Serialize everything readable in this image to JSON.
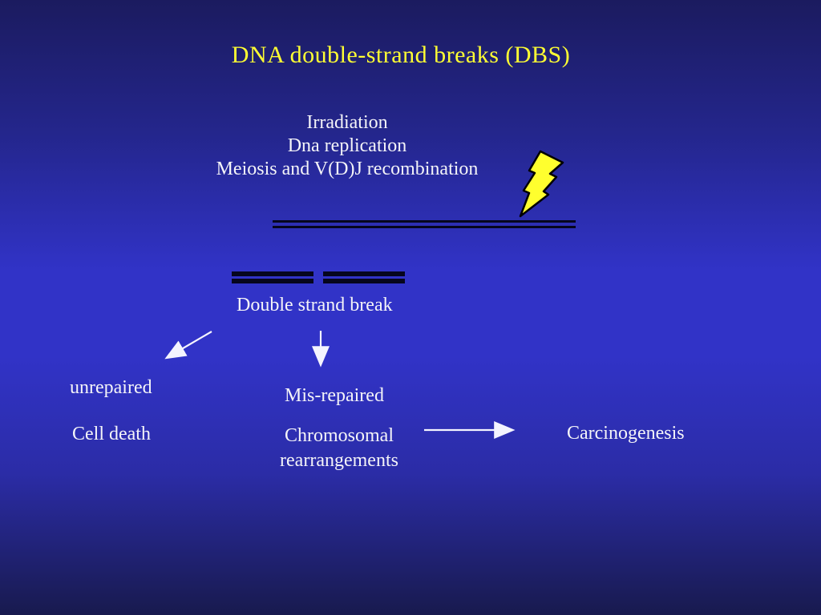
{
  "slide": {
    "title": "DNA double-strand breaks (DBS)",
    "causes": {
      "line1": "Irradiation",
      "line2": "Dna replication",
      "line3": "Meiosis and V(D)J recombination"
    },
    "labels": {
      "double_strand_break": "Double strand break",
      "unrepaired": "unrepaired",
      "mis_repaired": "Mis-repaired",
      "cell_death": "Cell death",
      "chromosomal": "Chromosomal",
      "rearrangements": "rearrangements",
      "carcinogenesis": "Carcinogenesis"
    },
    "icons": {
      "lightning": "lightning-bolt-icon"
    },
    "colors": {
      "title_text": "#ffff33",
      "body_text": "#f4f4f8",
      "background_top": "#1b1b5f",
      "background_middle": "#3133c7",
      "background_bottom": "#181a4e",
      "strand_line": "#06061e",
      "bolt_fill": "#ffff2e",
      "bolt_outline": "#000000",
      "arrow": "#f4f4ff"
    }
  }
}
